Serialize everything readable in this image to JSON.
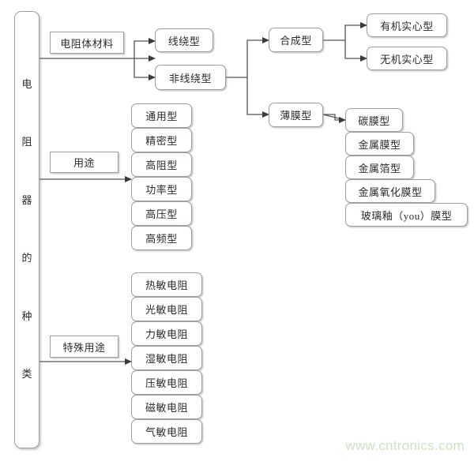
{
  "diagram": {
    "title": "电阻器的种类",
    "root_chars": [
      "电",
      "阻",
      "器",
      "的",
      "种",
      "类"
    ],
    "line_color": "#555555",
    "box_border_color": "#9aa0a6",
    "background": "#ffffff"
  },
  "branches": {
    "material": {
      "label": "电阻体材料"
    },
    "usage": {
      "label": "用途"
    },
    "special": {
      "label": "特殊用途"
    }
  },
  "material_children": [
    {
      "label": "线绕型"
    },
    {
      "label": "非线绕型"
    }
  ],
  "nonwound_children": [
    {
      "label": "合成型"
    },
    {
      "label": "薄膜型"
    }
  ],
  "synthetic_children": [
    {
      "label": "有机实心型"
    },
    {
      "label": "无机实心型"
    }
  ],
  "film_children": [
    {
      "label": "碳膜型"
    },
    {
      "label": "金属膜型"
    },
    {
      "label": "金属箔型"
    },
    {
      "label": "金属氧化膜型"
    },
    {
      "label": "玻璃釉（you）膜型"
    }
  ],
  "usage_children": [
    {
      "label": "通用型"
    },
    {
      "label": "精密型"
    },
    {
      "label": "高阻型"
    },
    {
      "label": "功率型"
    },
    {
      "label": "高压型"
    },
    {
      "label": "高频型"
    }
  ],
  "special_children": [
    {
      "label": "热敏电阻"
    },
    {
      "label": "光敏电阻"
    },
    {
      "label": "力敏电阻"
    },
    {
      "label": "湿敏电阻"
    },
    {
      "label": "压敏电阻"
    },
    {
      "label": "磁敏电阻"
    },
    {
      "label": "气敏电阻"
    }
  ],
  "watermark": {
    "text": "www.cntronics.com",
    "color": "#cfe3c4"
  }
}
